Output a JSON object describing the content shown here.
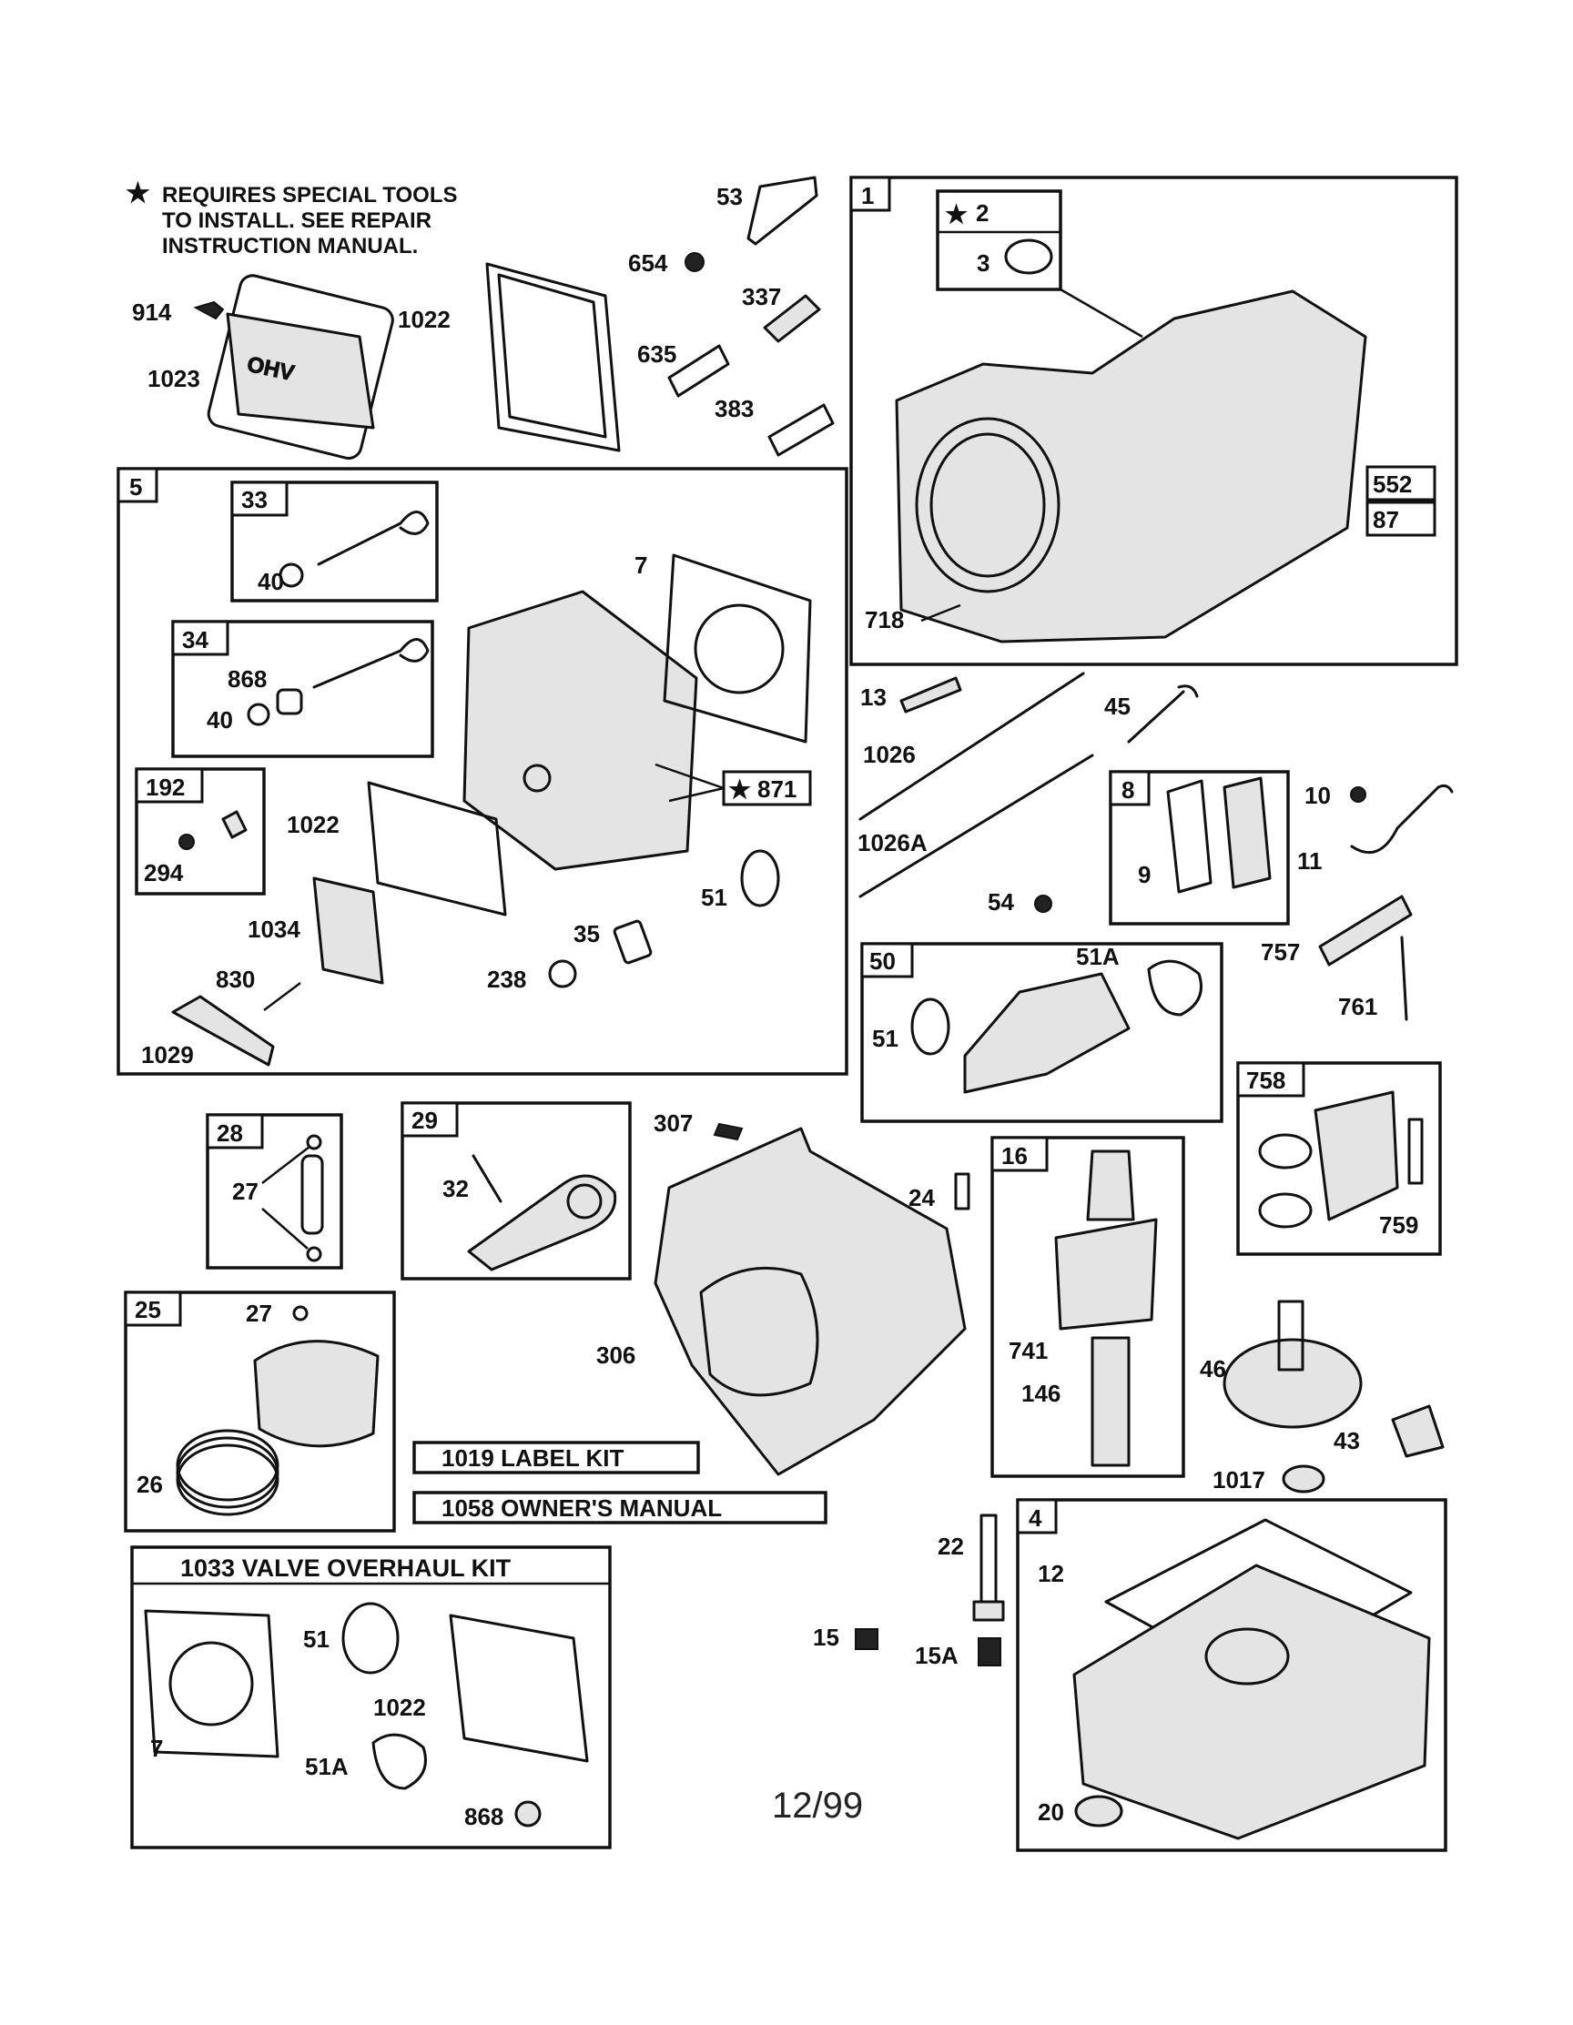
{
  "note": {
    "star": "★",
    "lines": [
      "REQUIRES SPECIAL TOOLS",
      "TO INSTALL.  SEE REPAIR",
      "INSTRUCTION MANUAL."
    ]
  },
  "panels": {
    "p1": "1",
    "p1_sub": "2",
    "p1_sub_b": "3",
    "p1_552": "552",
    "p1_87": "87",
    "p5": "5",
    "p33": "33",
    "p34": "34",
    "p192": "192",
    "p871": "871",
    "p8": "8",
    "p50": "50",
    "p758": "758",
    "p28": "28",
    "p29": "29",
    "p16": "16",
    "p25": "25",
    "p4": "4"
  },
  "labels": {
    "l914": "914",
    "l1023": "1023",
    "l1022a": "1022",
    "l53": "53",
    "l654": "654",
    "l337": "337",
    "l635": "635",
    "l383": "383",
    "l718": "718",
    "l7": "7",
    "l40a": "40",
    "l868": "868",
    "l40b": "40",
    "l294": "294",
    "l1022b": "1022",
    "l1034": "1034",
    "l830": "830",
    "l1029": "1029",
    "l35": "35",
    "l238": "238",
    "l51a": "51",
    "l13": "13",
    "l45": "45",
    "l1026": "1026",
    "l1026a": "1026A",
    "l54": "54",
    "l9": "9",
    "l10": "10",
    "l11": "11",
    "l757": "757",
    "l761": "761",
    "l51b": "51",
    "l51a_b": "51A",
    "l759": "759",
    "l27a": "27",
    "l32": "32",
    "l307": "307",
    "l24": "24",
    "l306": "306",
    "l741": "741",
    "l146": "146",
    "l46": "46",
    "l43": "43",
    "l1017": "1017",
    "l27b": "27",
    "l26": "26",
    "l22": "22",
    "l12": "12",
    "l15": "15",
    "l15a": "15A",
    "l20": "20",
    "k51": "51",
    "k1022": "1022",
    "k7": "7",
    "k51a": "51A",
    "k868": "868"
  },
  "kits": {
    "label_kit": "1019 LABEL KIT",
    "owners_manual": "1058 OWNER'S MANUAL",
    "valve_kit": "1033 VALVE OVERHAUL KIT"
  },
  "date": "12/99"
}
